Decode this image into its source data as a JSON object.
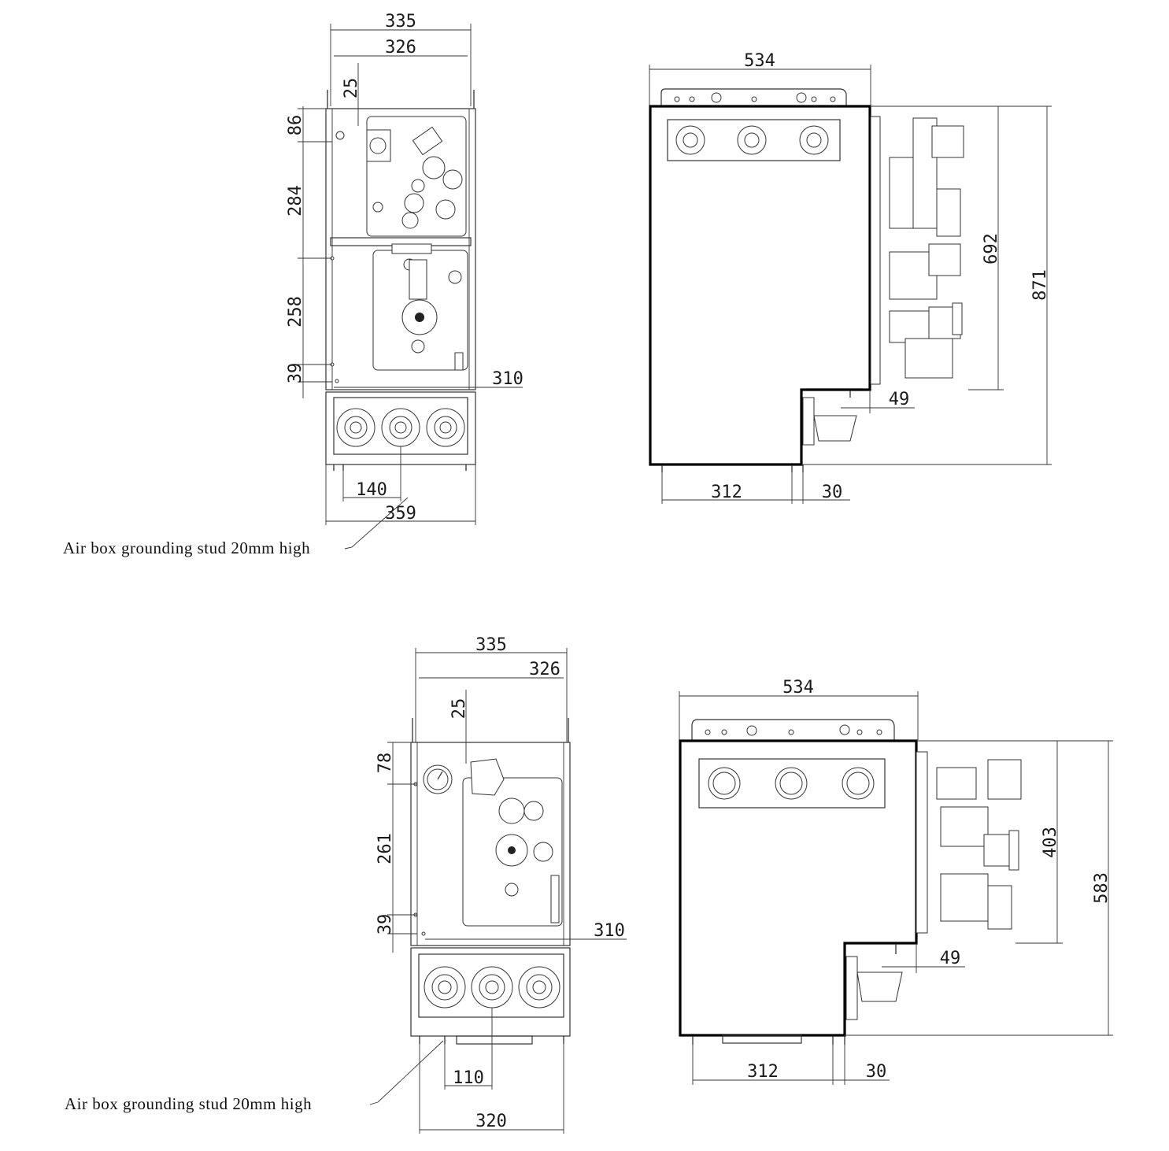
{
  "views": {
    "top_front": {
      "dims": {
        "width_outer": "335",
        "width_inner": "326",
        "top_offset": "25",
        "h1": "86",
        "h2": "284",
        "h3": "258",
        "h4": "39",
        "depth": "310",
        "bushing_spacing": "140",
        "base_width": "359"
      },
      "note": "Air box grounding stud 20mm high"
    },
    "top_side": {
      "dims": {
        "length": "534",
        "mech_height": "692",
        "total_height": "871",
        "offset": "49",
        "base_length": "312",
        "foot": "30"
      }
    },
    "bottom_front": {
      "dims": {
        "width_outer": "335",
        "width_inner": "326",
        "top_offset": "25",
        "h1": "78",
        "h2": "261",
        "h3": "39",
        "depth": "310",
        "bushing_spacing": "110",
        "base_width": "320"
      },
      "note": "Air box grounding stud 20mm high"
    },
    "bottom_side": {
      "dims": {
        "length": "534",
        "mech_height": "403",
        "total_height": "583",
        "offset": "49",
        "base_length": "312",
        "foot": "30"
      }
    }
  }
}
